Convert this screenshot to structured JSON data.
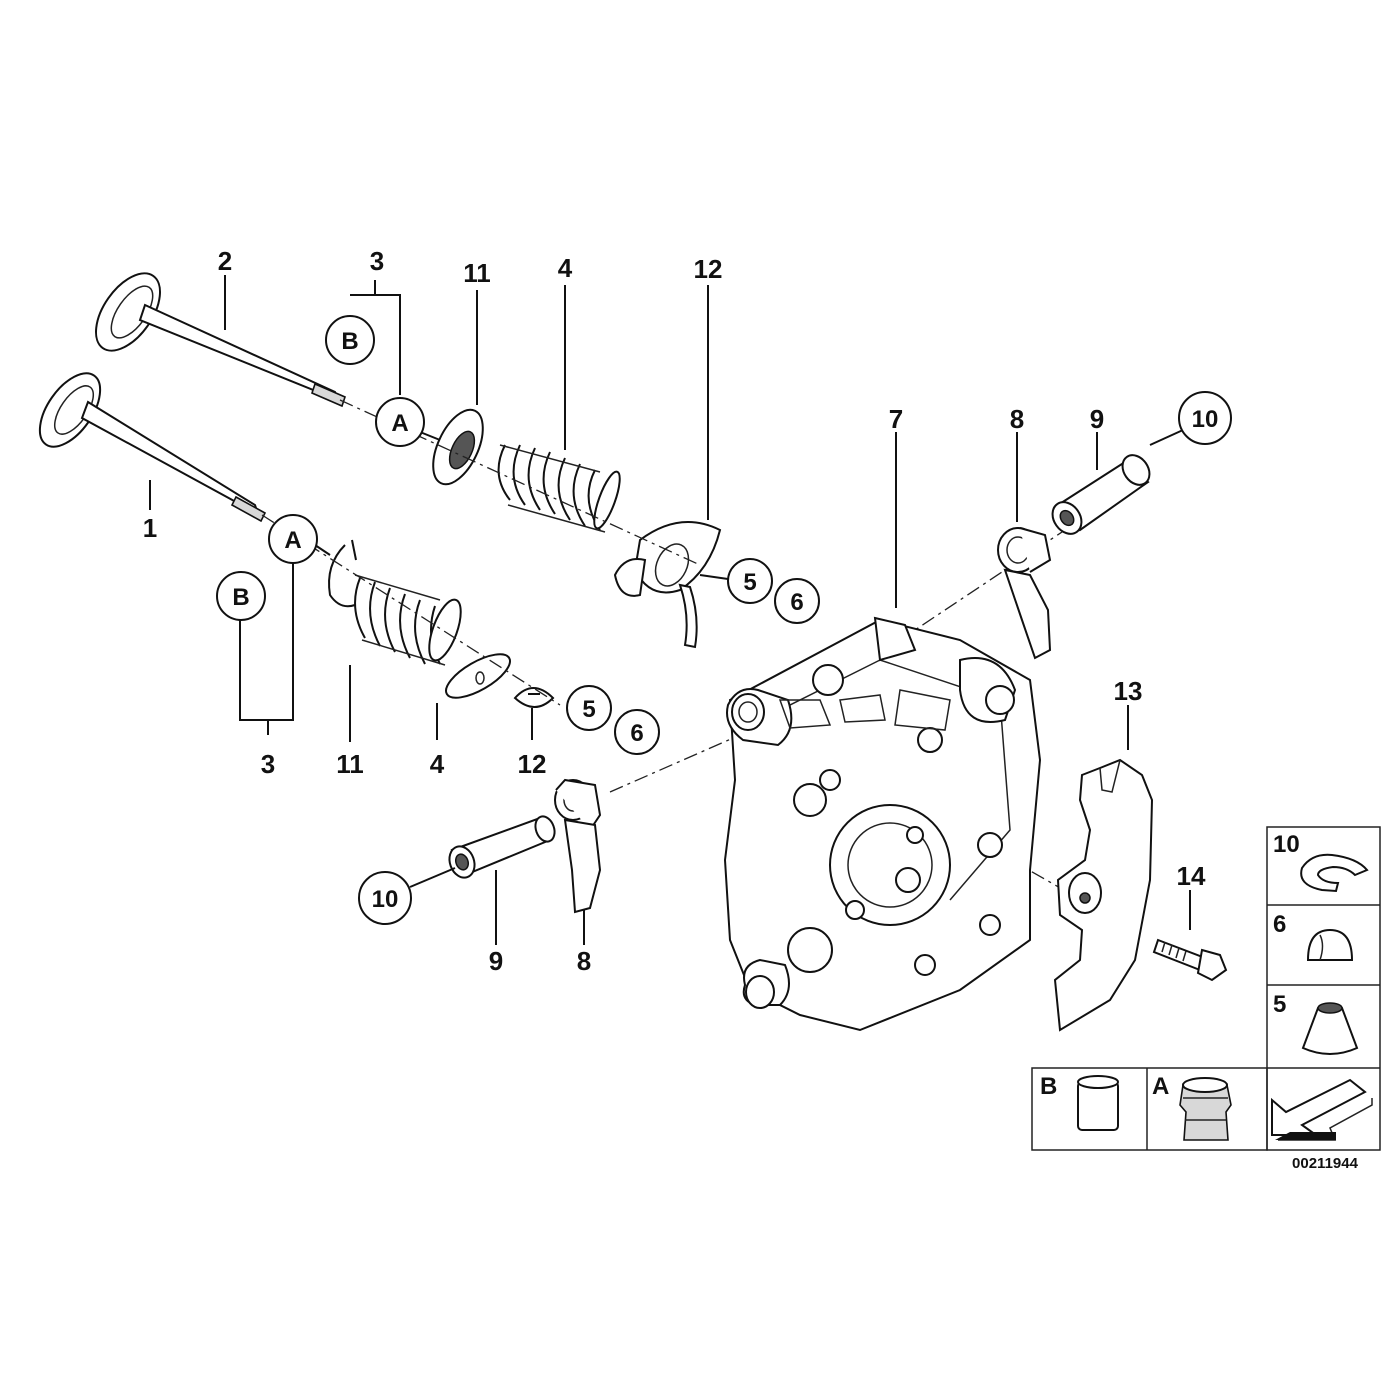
{
  "diagram": {
    "part_labels": {
      "l1": "1",
      "l2": "2",
      "l3a": "3",
      "l3b": "3",
      "l4a": "4",
      "l4b": "4",
      "l5a": "5",
      "l5b": "5",
      "l6a": "6",
      "l6b": "6",
      "l7": "7",
      "l8a": "8",
      "l8b": "8",
      "l9a": "9",
      "l9b": "9",
      "l10a": "10",
      "l10b": "10",
      "l11a": "11",
      "l11b": "11",
      "l12a": "12",
      "l12b": "12",
      "l13": "13",
      "l14": "14"
    },
    "circle_refs": {
      "a1": "A",
      "a2": "A",
      "b1": "B",
      "b2": "B"
    },
    "inset": {
      "item10": "10",
      "item6": "6",
      "item5": "5",
      "itemB": "B",
      "itemA": "A"
    },
    "reference_number": "00211944"
  }
}
